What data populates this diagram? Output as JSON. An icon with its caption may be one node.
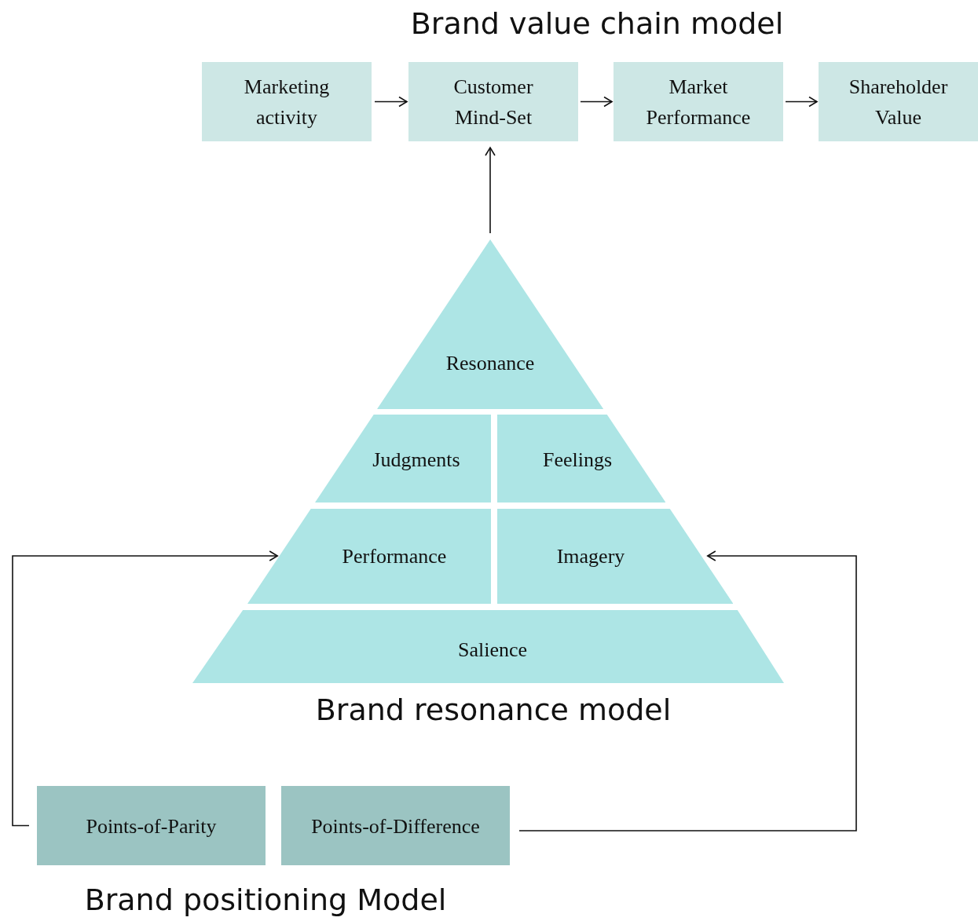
{
  "diagram": {
    "nodes": [
      {
        "text": [
          "Marketing activity"
        ]
      },
      {
        "text": [
          "Customer Mind-Set"
        ]
      },
      {
        "text": [
          "Market Performance"
        ]
      },
      {
        "text": [
          "Shareholder Value"
        ]
      },
      {
        "text": [
          "Resonance"
        ]
      },
      {
        "text": [
          "Judgments"
        ]
      },
      {
        "text": [
          "Feelings"
        ]
      },
      {
        "text": [
          "Performance"
        ]
      },
      {
        "text": [
          "Imagery"
        ]
      },
      {
        "text": [
          "Salience"
        ]
      },
      {
        "text": [
          "Points-of-Parity"
        ]
      },
      {
        "text": [
          "Points-of-Difference"
        ]
      }
    ],
    "edges": [
      {
        "from": 0,
        "to": 1,
        "arrow": "to"
      },
      {
        "from": 1,
        "to": 2,
        "arrow": "to"
      },
      {
        "from": 2,
        "to": 3,
        "arrow": "to"
      },
      {
        "from": 4,
        "to": 1,
        "arrow": "to"
      },
      {
        "from": 10,
        "to": 7,
        "arrow": "to"
      },
      {
        "from": 11,
        "to": 8,
        "arrow": "to"
      }
    ],
    "labels": [
      "Brand value chain model",
      "Brand resonance model",
      "Brand positioning Model"
    ]
  }
}
